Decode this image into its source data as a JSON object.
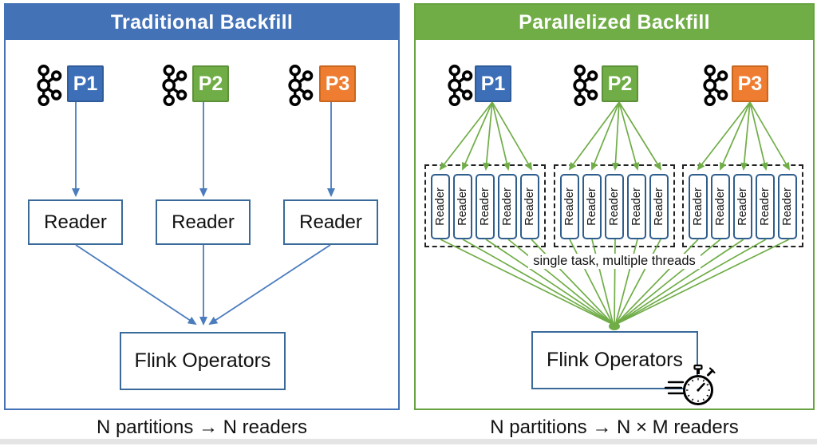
{
  "colors": {
    "blue_accent": "#4472B6",
    "green_accent": "#70AD47",
    "partition_blue": "#3D6FB9",
    "partition_green": "#71AD47",
    "partition_orange": "#EE7D31",
    "box_border_blue": "#3A6A9A",
    "arrow_blue": "#4A7CBE",
    "arrow_green": "#70AD47"
  },
  "left_panel": {
    "title": "Traditional Backfill",
    "partitions": [
      {
        "label": "P1"
      },
      {
        "label": "P2"
      },
      {
        "label": "P3"
      }
    ],
    "readers": [
      "Reader",
      "Reader",
      "Reader"
    ],
    "flink_label": "Flink Operators",
    "caption": "N partitions → N readers"
  },
  "right_panel": {
    "title": "Parallelized Backfill",
    "partitions": [
      {
        "label": "P1"
      },
      {
        "label": "P2"
      },
      {
        "label": "P3"
      }
    ],
    "reader_label": "Reader",
    "note": "single task, multiple threads",
    "flink_label": "Flink Operators",
    "caption": "N partitions → N × M readers"
  }
}
